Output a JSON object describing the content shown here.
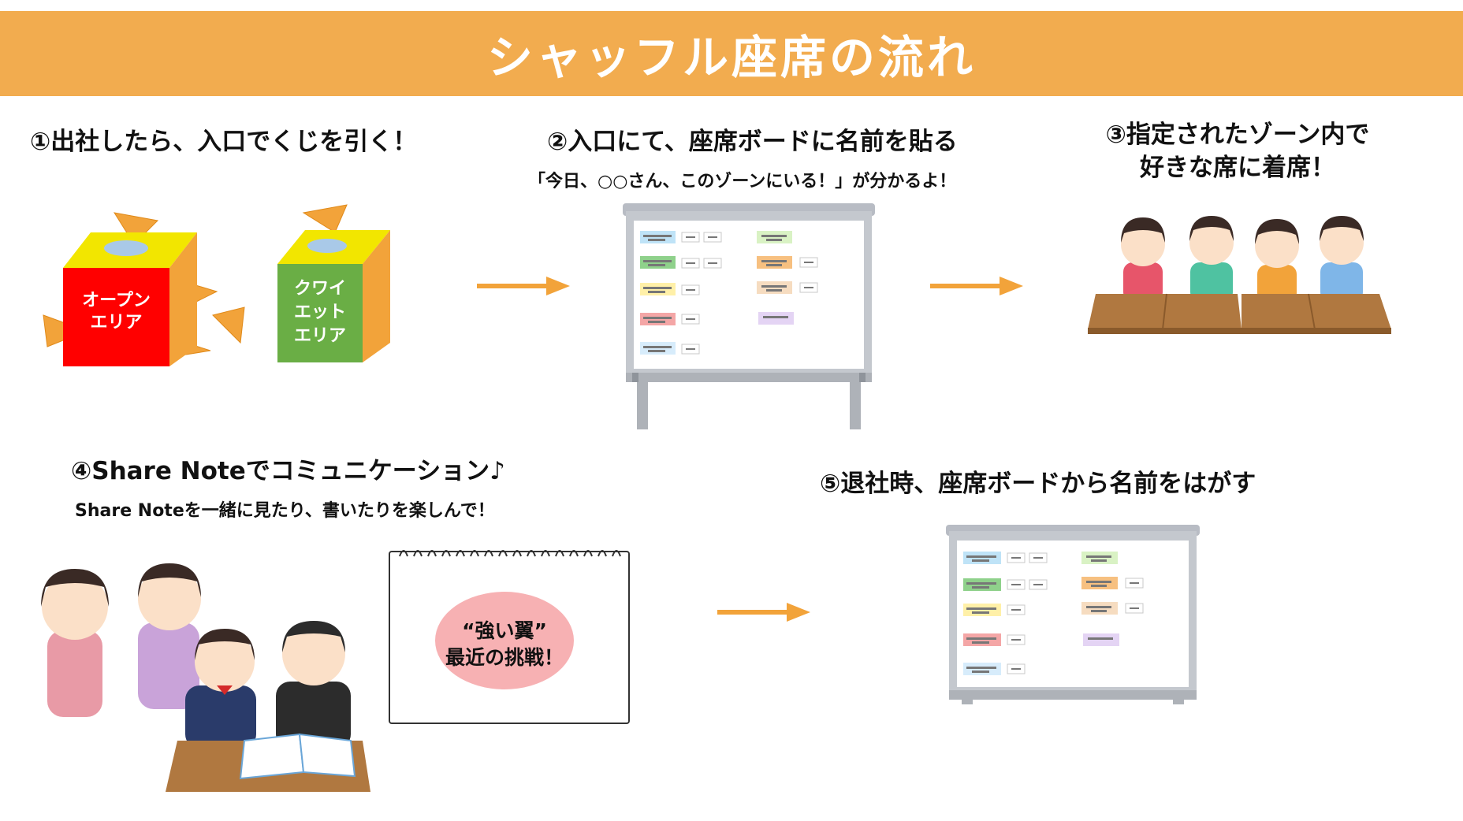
{
  "title": "シャッフル座席の流れ",
  "steps": {
    "s1": {
      "title": "①出社したら、入口でくじを引く！",
      "box_open": [
        "オープン",
        "エリア"
      ],
      "box_quiet": [
        "クワイ",
        "エット",
        "エリア"
      ]
    },
    "s2": {
      "title": "②入口にて、座席ボードに名前を貼る",
      "sub": "「今日、○○さん、このゾーンにいる！」が分かるよ！"
    },
    "s3": {
      "title_line1": "③指定されたゾーン内で",
      "title_line2": "好きな席に着席！"
    },
    "s4": {
      "title": "④Share Noteでコミュニケーション♪",
      "sub": "Share Noteを一緒に見たり、書いたりを楽しんで！",
      "bubble_line1": "“強い翼”",
      "bubble_line2": "最近の挑戦！"
    },
    "s5": {
      "title": "⑤退社時、座席ボードから名前をはがす"
    }
  },
  "colors": {
    "banner": "#f2ac4f",
    "arrow": "#f2a33a",
    "box_open": "#ff0000",
    "box_quiet": "#6aae45",
    "bubble": "#f7b1b3"
  },
  "icons": [
    "lottery-box-icon",
    "arrow-right-icon",
    "seat-board-icon",
    "students-at-desk-icon",
    "people-reading-note-icon",
    "notebook-icon"
  ]
}
